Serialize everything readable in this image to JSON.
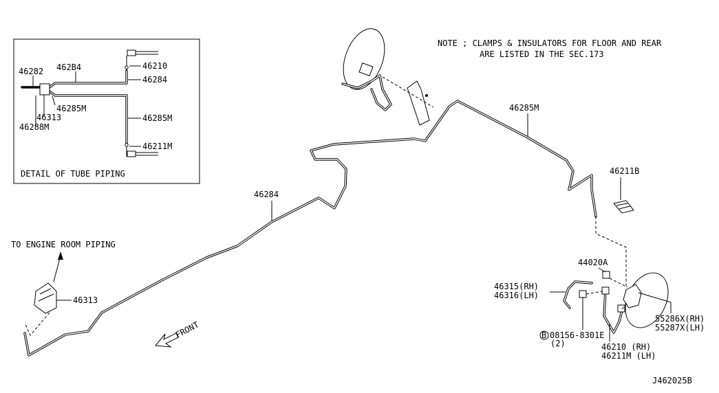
{
  "note": {
    "line1": "NOTE ; CLAMPS & INSULATORS FOR FLOOR AND REAR",
    "line2": "ARE LISTED IN THE SEC.173"
  },
  "detail": {
    "title": "DETAIL OF TUBE PIPING",
    "labels": {
      "l46282": "46282",
      "l46284_top": "462B4",
      "l46210": "46210",
      "l46284_right": "46284",
      "l46285m_left": "46285M",
      "l46313": "46313",
      "l46288m": "46288M",
      "l46285m_right": "46285M",
      "l46211m": "46211M"
    }
  },
  "main": {
    "labels": {
      "l46285m": "46285M",
      "l46284": "46284",
      "l46211b": "46211B",
      "engine": "TO ENGINE ROOM PIPING",
      "l46313": "46313",
      "front": "FRONT",
      "l44020a": "44020A",
      "l46315": "46315(RH)",
      "l46316": "46316(LH)",
      "bolt_symbol": "B",
      "bolt": "08156-8301E",
      "bolt_qty": "(2)",
      "l46210": "46210  (RH)",
      "l46211m": "46211M (LH)",
      "l55286x": "55286X(RH)",
      "l55287x": "55287X(LH)"
    }
  },
  "figure_id": "J462025B"
}
